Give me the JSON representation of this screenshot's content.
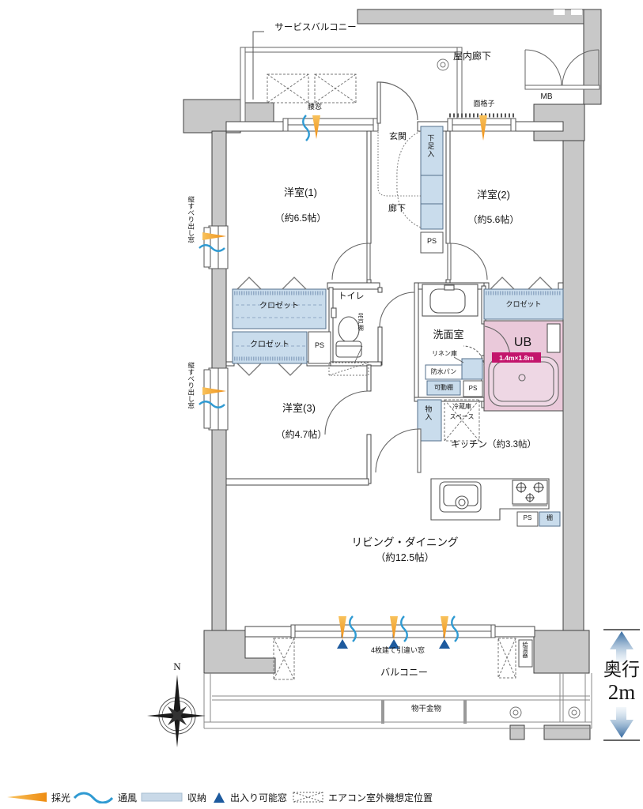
{
  "labels": {
    "service_balcony": "サービスバルコニー",
    "indoor_corridor": "屋内廊下",
    "mb": "MB",
    "menkoushi": "面格子",
    "koshimado": "腰窓",
    "genkan": "玄関",
    "shoe_box": "下足入",
    "rouka": "廊下",
    "ps": "PS",
    "room1": "洋室(1)",
    "room1_size": "（約6.5帖）",
    "room2": "洋室(2)",
    "room2_size": "（約5.6帖）",
    "room3": "洋室(3)",
    "room3_size": "（約4.7帖）",
    "closet": "クロゼット",
    "toilet": "トイレ",
    "hanging_shelf": "吊戸棚",
    "washroom": "洗面室",
    "linen": "リネン庫",
    "waterproof_pan": "防水パン",
    "movable_shelf": "可動棚",
    "ub": "UB",
    "ub_size": "1.4m×1.8m",
    "mono_ire": "物入",
    "fridge_line1": "冷蔵庫",
    "fridge_line2": "スペース",
    "kitchen": "キッチン（約3.3帖）",
    "living": "リビング・ダイニング",
    "living_size": "（約12.5帖）",
    "shelf": "棚",
    "window4": "4枚建て引違い窓",
    "balcony": "バルコニー",
    "monohoshi": "物干金物",
    "water_heater": "給湯器",
    "tate_mado": "縦すべり出し窓",
    "north": "N",
    "depth_label": "奥行",
    "depth_value": "2m"
  },
  "legend": {
    "saikou": "採光",
    "tsuufuu": "通風",
    "shuunou": "収納",
    "deiri": "出入り可能窓",
    "aircon": "エアコン室外機想定位置"
  },
  "colors": {
    "storage_blue": "#c9dcec",
    "ub_pink": "#eac9da",
    "badge_magenta": "#c3156c",
    "daylight_orange": "#f09c2c",
    "airflow_blue": "#2f9ad2",
    "window_navy": "#1d5a9e",
    "wall_gray": "#c8c8c8"
  }
}
